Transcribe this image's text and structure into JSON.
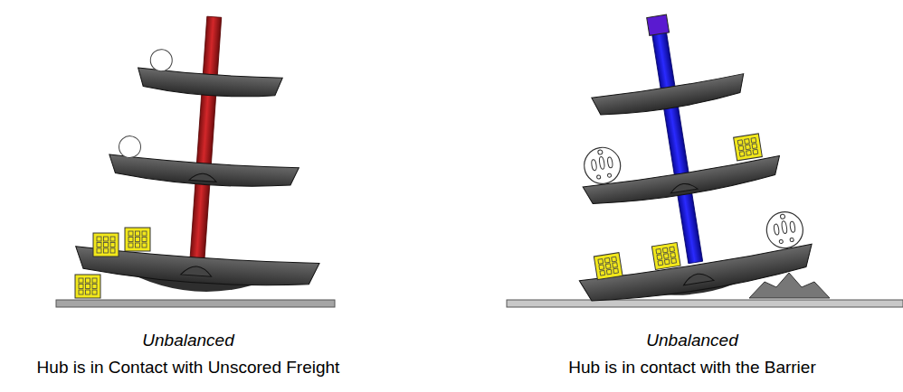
{
  "diagram": {
    "labels": [
      "Unbalanced",
      "Hub is in Contact with Unscored Freight",
      "Unbalanced",
      "Hub is in contact with the Barrier"
    ]
  }
}
